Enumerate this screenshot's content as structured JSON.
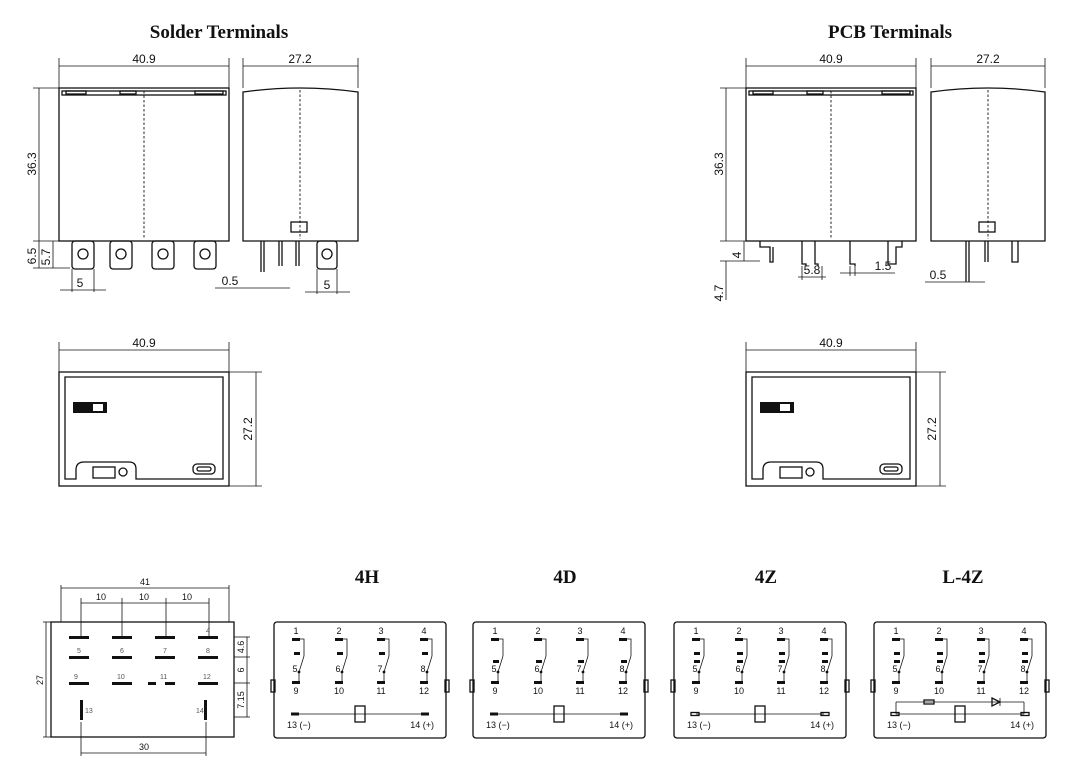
{
  "headings": {
    "solder": "Solder Terminals",
    "pcb": "PCB Terminals",
    "h4": "4H",
    "d4": "4D",
    "z4": "4Z",
    "lz4": "L-4Z"
  },
  "dims": {
    "width": "40.9",
    "depth": "27.2",
    "height": "36.3",
    "solder_terminal": "6.5",
    "solder_pin": "5.7",
    "pitch5": "5",
    "pin_thick": "0.5",
    "pcb_gap": "4",
    "pcb_pin_len": "4.7",
    "pcb_pin_w": "5.8",
    "pcb_pin_t": "1.5",
    "socket_width": "41",
    "socket_depth": "27",
    "socket_pitch": "10",
    "socket_row1": "4.6",
    "socket_row2": "6",
    "socket_row3": "7.15",
    "socket_span": "30"
  },
  "pins": {
    "row1": [
      "1",
      "2",
      "3",
      "4"
    ],
    "row2": [
      "5",
      "6",
      "7",
      "8"
    ],
    "row3": [
      "9",
      "10",
      "11",
      "12"
    ],
    "coil_neg": "13 (−)",
    "coil_pos": "14 (+)",
    "socket_13": "13",
    "socket_14": "14"
  }
}
